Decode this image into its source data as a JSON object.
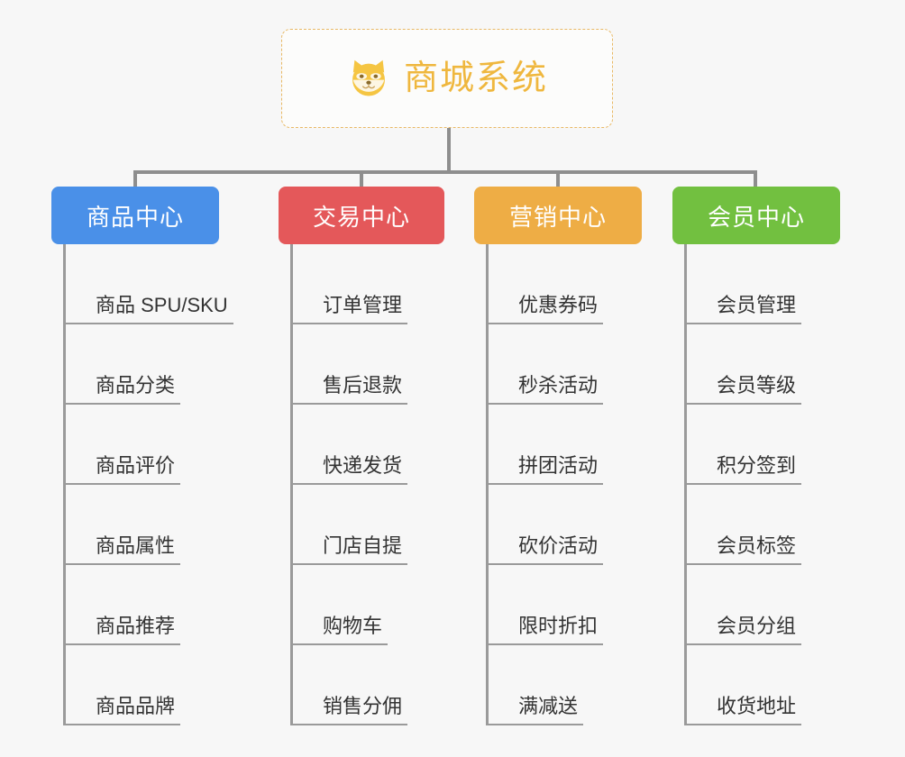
{
  "page": {
    "background_color": "#f7f7f7",
    "diagram_type": "org-chart"
  },
  "root": {
    "title": "商城系统",
    "icon": "shiba-dog-face-icon",
    "text_color": "#efb73e",
    "border_color": "#e8b864",
    "background_color": "#fcfcfb"
  },
  "connector": {
    "color": "#8e8e8e"
  },
  "columns": [
    {
      "title": "商品中心",
      "color": "#4a90e8",
      "items": [
        {
          "label": "商品 SPU/SKU"
        },
        {
          "label": "商品分类"
        },
        {
          "label": "商品评价"
        },
        {
          "label": "商品属性"
        },
        {
          "label": "商品推荐"
        },
        {
          "label": "商品品牌"
        }
      ]
    },
    {
      "title": "交易中心",
      "color": "#e4585a",
      "items": [
        {
          "label": "订单管理"
        },
        {
          "label": "售后退款"
        },
        {
          "label": "快递发货"
        },
        {
          "label": "门店自提"
        },
        {
          "label": "购物车"
        },
        {
          "label": "销售分佣"
        }
      ]
    },
    {
      "title": "营销中心",
      "color": "#eead45",
      "items": [
        {
          "label": "优惠券码"
        },
        {
          "label": "秒杀活动"
        },
        {
          "label": "拼团活动"
        },
        {
          "label": "砍价活动"
        },
        {
          "label": "限时折扣"
        },
        {
          "label": "满减送"
        }
      ]
    },
    {
      "title": "会员中心",
      "color": "#72c040",
      "items": [
        {
          "label": "会员管理"
        },
        {
          "label": "会员等级"
        },
        {
          "label": "积分签到"
        },
        {
          "label": "会员标签"
        },
        {
          "label": "会员分组"
        },
        {
          "label": "收货地址"
        }
      ]
    }
  ]
}
